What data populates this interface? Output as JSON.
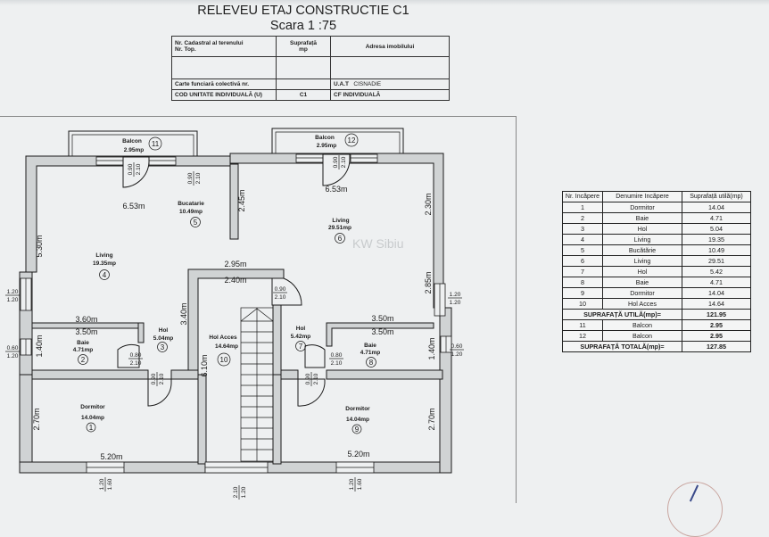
{
  "document": {
    "title": "RELEVEU ETAJ CONSTRUCTIE C1",
    "scale": "Scara   1 :75"
  },
  "info_table": {
    "headers": [
      "Nr. Cadastral al terenului\nNr. Top.",
      "Suprafață\nmp",
      "Adresa imobilului"
    ],
    "header_cadastral": "Nr. Cadastral al terenului",
    "header_top": "Nr. Top.",
    "header_suprafata": "Suprafață",
    "header_mp": "mp",
    "header_adresa": "Adresa imobilului",
    "carte_funciara_label": "Carte funciară colectivă nr.",
    "uat_label": "U.A.T",
    "uat_value": "CISNADIE",
    "cod_unitate_label": "COD UNITATE INDIVIDUALĂ (U)",
    "cod_unitate_value": "C1",
    "cf_label": "CF INDIVIDUALĂ"
  },
  "floor_plan": {
    "watermark": "KW Sibiu",
    "rooms": [
      {
        "nr": "1",
        "name": "Dormitor",
        "area": "14.04mp"
      },
      {
        "nr": "2",
        "name": "Baie",
        "area": "4.71mp"
      },
      {
        "nr": "3",
        "name": "Hol",
        "area": "5.04mp"
      },
      {
        "nr": "4",
        "name": "Living",
        "area": "19.35mp"
      },
      {
        "nr": "5",
        "name": "Bucatarie",
        "area": "10.49mp"
      },
      {
        "nr": "6",
        "name": "Living",
        "area": "29.51mp"
      },
      {
        "nr": "7",
        "name": "Hol",
        "area": "5.42mp"
      },
      {
        "nr": "8",
        "name": "Baie",
        "area": "4.71mp"
      },
      {
        "nr": "9",
        "name": "Dormitor",
        "area": "14.04mp"
      },
      {
        "nr": "10",
        "name": "Hol Acces",
        "area": "14.64mp"
      },
      {
        "nr": "11",
        "name": "Balcon",
        "area": "2.95mp"
      },
      {
        "nr": "12",
        "name": "Balcon",
        "area": "2.95mp"
      }
    ],
    "dimensions": {
      "living_left_width": "6.53m",
      "living_right_width": "6.53m",
      "living_left_height": "5.30m",
      "kitchen_wall": "2.45m",
      "right_upper": "2.30m",
      "right_lower": "2.85m",
      "hol_acces_outer": "2.95m",
      "hol_acces_inner": "2.40m",
      "hol_left_height": "3.40m",
      "hol_acces_height": "6.10m",
      "baie_left_outer": "3.60m",
      "baie_left_inner": "3.50m",
      "baie_left_height": "1.40m",
      "baie_right_outer": "3.50m",
      "baie_right_inner": "3.50m",
      "baie_right_height": "1.40m",
      "dorm_left_height": "2.70m",
      "dorm_left_width": "5.20m",
      "dorm_right_height": "2.70m",
      "dorm_right_width": "5.20m"
    },
    "openings": {
      "door_balcon_11": [
        "0.90",
        "2.10"
      ],
      "door_bucatarie": [
        "0.90",
        "2.10"
      ],
      "door_balcon_12": [
        "0.90",
        "2.10"
      ],
      "door_hol_acces": [
        "0.90",
        "2.10"
      ],
      "door_baie_left": [
        "0.80",
        "2.10"
      ],
      "door_dorm_left": [
        "0.90",
        "2.10"
      ],
      "door_baie_right": [
        "0.80",
        "2.10"
      ],
      "door_dorm_right": [
        "0.90",
        "2.10"
      ],
      "win_living_left": [
        "1.20",
        "1.20"
      ],
      "win_baie_left": [
        "0.60",
        "1.20"
      ],
      "win_living_right": [
        "1.20",
        "1.20"
      ],
      "win_baie_right": [
        "0.60",
        "1.20"
      ],
      "win_dorm_left": [
        "1.20",
        "1.60"
      ],
      "win_stair": [
        "2.10",
        "1.20"
      ],
      "win_dorm_right": [
        "1.20",
        "1.60"
      ]
    }
  },
  "rooms_table": {
    "headers": {
      "nr": "Nr. Incăpere",
      "name": "Denumire Incăpere",
      "area": "Suprafață utilă(mp)"
    },
    "rows": [
      {
        "nr": "1",
        "name": "Dormitor",
        "area": "14.04"
      },
      {
        "nr": "2",
        "name": "Baie",
        "area": "4.71"
      },
      {
        "nr": "3",
        "name": "Hol",
        "area": "5.04"
      },
      {
        "nr": "4",
        "name": "Living",
        "area": "19.35"
      },
      {
        "nr": "5",
        "name": "Bucătărie",
        "area": "10.49"
      },
      {
        "nr": "6",
        "name": "Living",
        "area": "29.51"
      },
      {
        "nr": "7",
        "name": "Hol",
        "area": "5.42"
      },
      {
        "nr": "8",
        "name": "Baie",
        "area": "4.71"
      },
      {
        "nr": "9",
        "name": "Dormitor",
        "area": "14.04"
      },
      {
        "nr": "10",
        "name": "Hol Acces",
        "area": "14.64"
      }
    ],
    "useful_total_label": "SUPRAFAȚĂ UTILĂ(mp)=",
    "useful_total_value": "121.95",
    "balcony_rows": [
      {
        "nr": "11",
        "name": "Balcon",
        "area": "2.95"
      },
      {
        "nr": "12",
        "name": "Balcon",
        "area": "2.95"
      }
    ],
    "grand_total_label": "SUPRAFAȚĂ TOTALĂ(mp)=",
    "grand_total_value": "127.85"
  }
}
